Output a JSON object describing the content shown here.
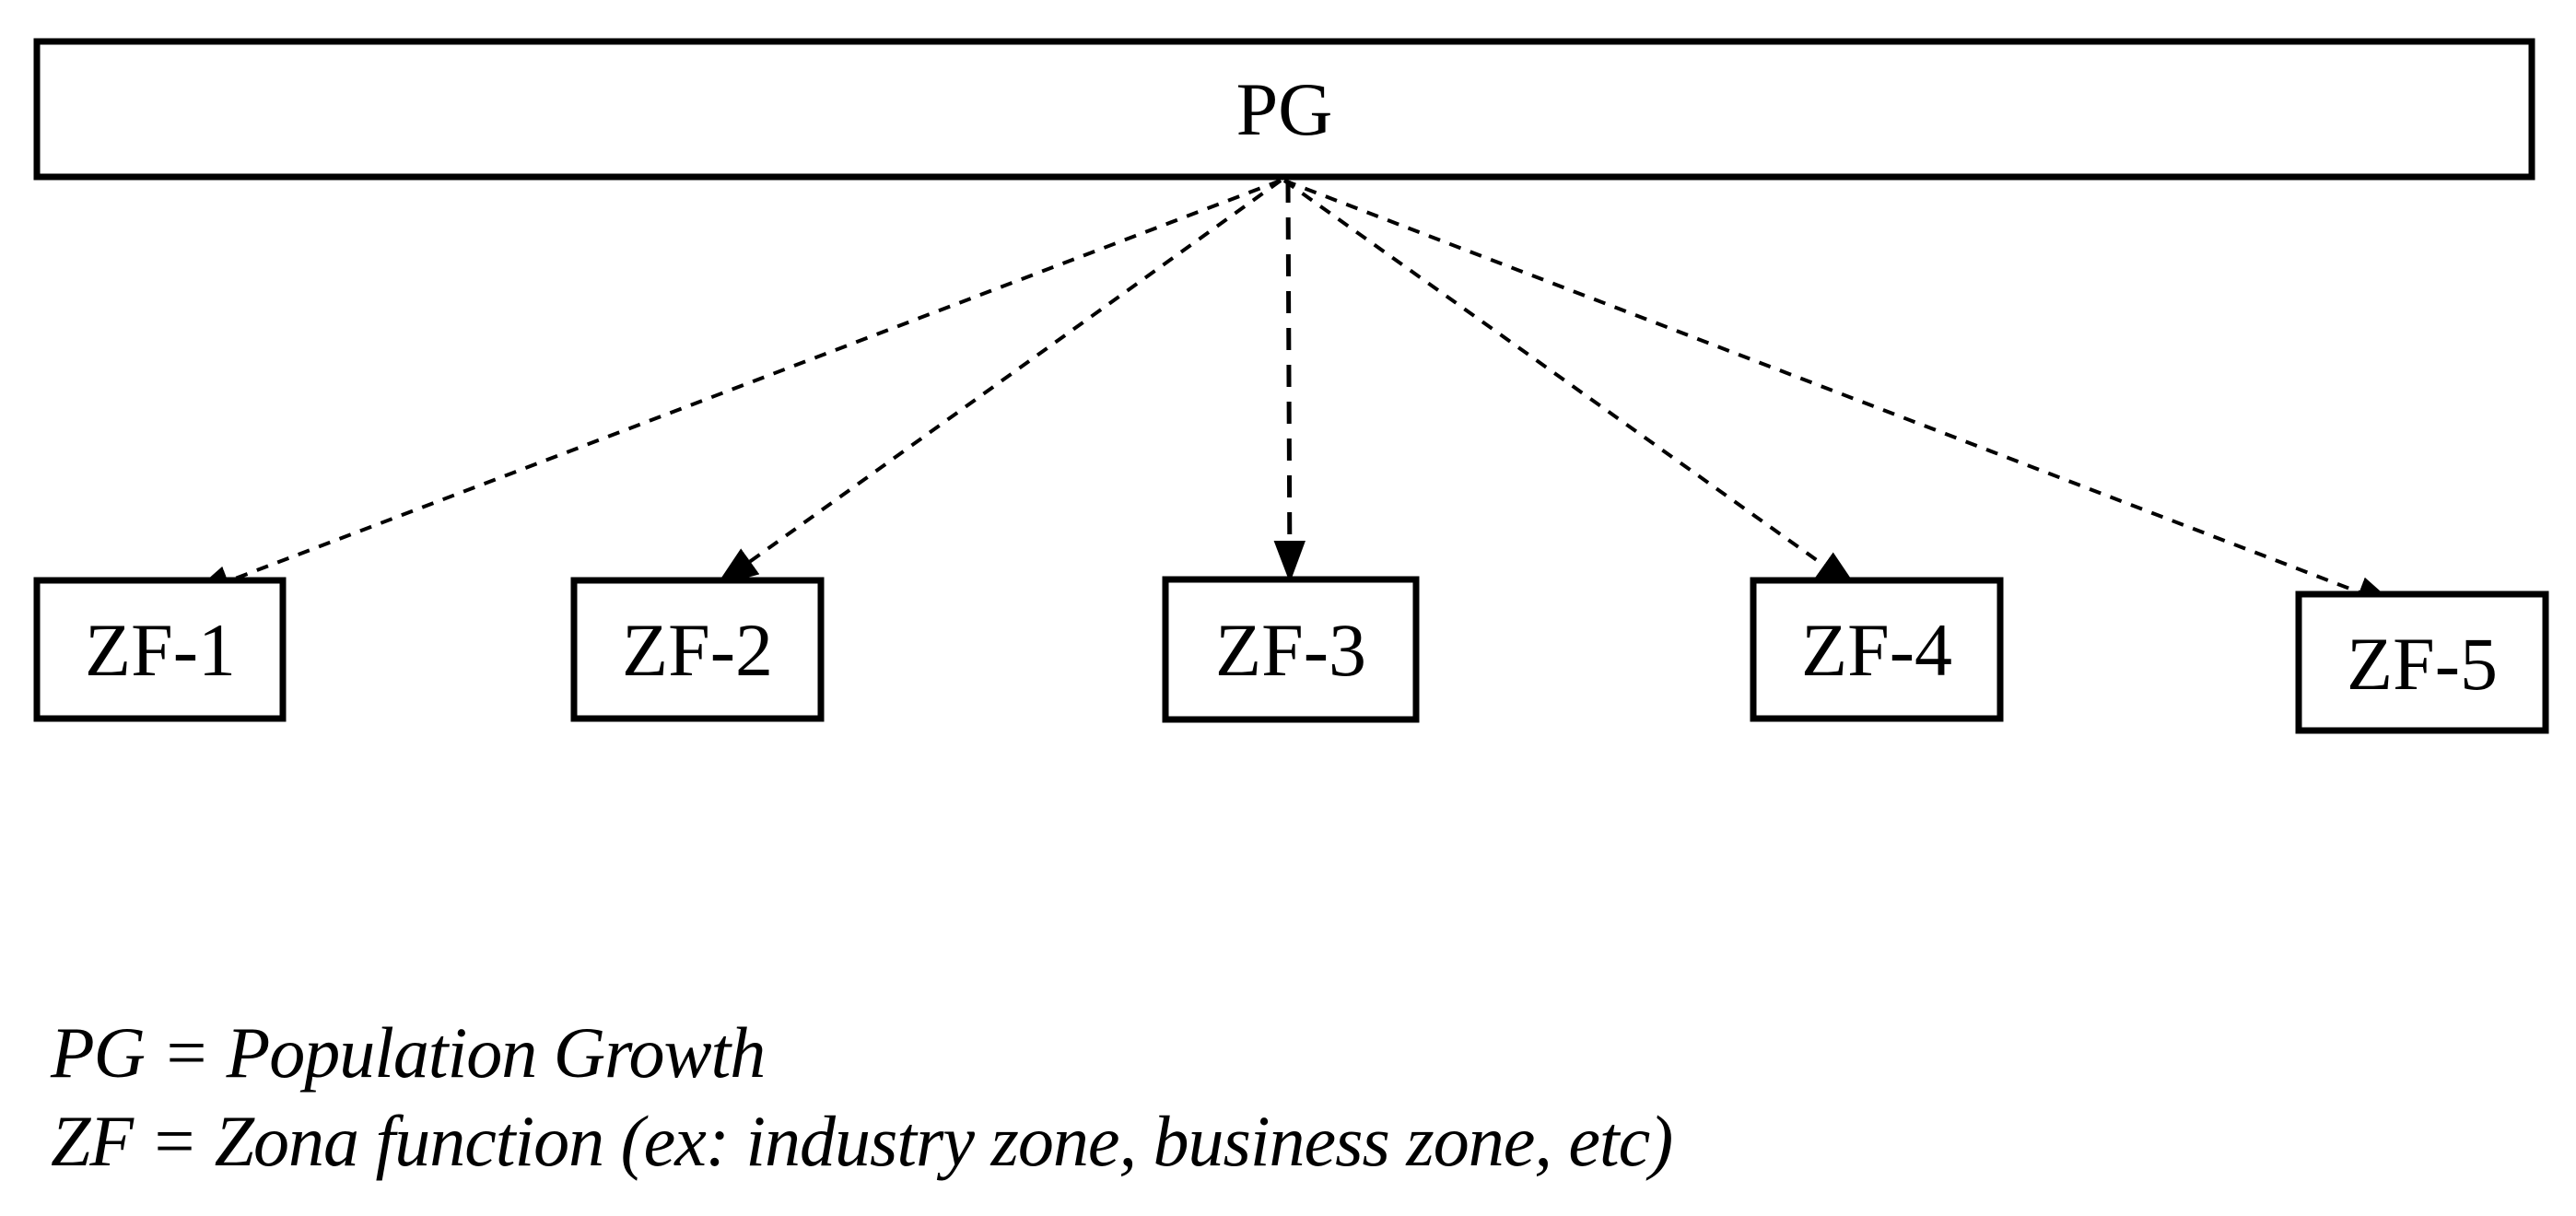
{
  "figure": {
    "colors": {
      "background": "#ffffff",
      "stroke": "#000000"
    },
    "root_node": {
      "label": "PG"
    },
    "child_nodes": [
      {
        "label": "ZF-1"
      },
      {
        "label": "ZF-2"
      },
      {
        "label": "ZF-3"
      },
      {
        "label": "ZF-4"
      },
      {
        "label": "ZF-5"
      }
    ],
    "legend": {
      "line1": "PG = Population Growth",
      "line2": "ZF = Zona function (ex: industry zone, business zone, etc)"
    }
  }
}
